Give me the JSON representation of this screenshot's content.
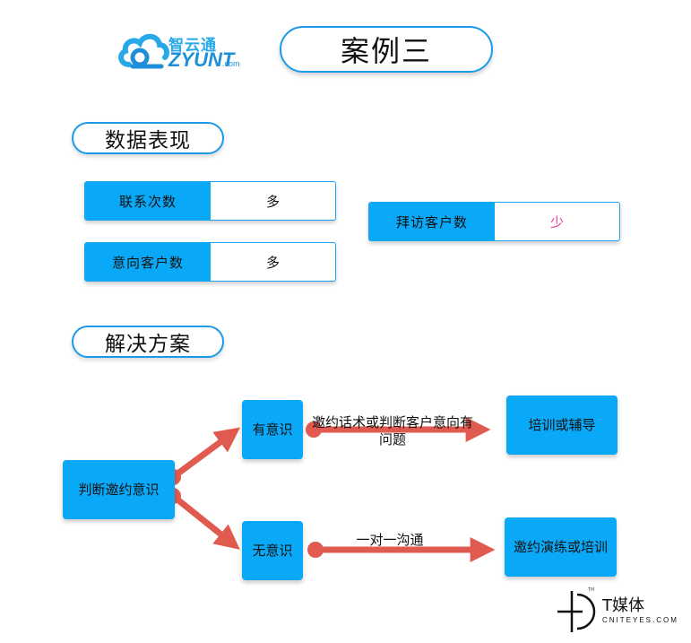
{
  "header": {
    "logo": {
      "cn": "智云通",
      "en": "ZYUNT",
      "com": ".com"
    },
    "title": "案例三"
  },
  "sections": {
    "data": "数据表现",
    "solution": "解决方案"
  },
  "metrics": [
    {
      "label": "联系次数",
      "value": "多"
    },
    {
      "label": "意向客户数",
      "value": "多"
    },
    {
      "label": "拜访客户数",
      "value": "少"
    }
  ],
  "flow": {
    "root": "判断邀约意识",
    "aware": "有意识",
    "unaware": "无意识",
    "aware_edge": "邀约话术或判断客户意向有问题",
    "unaware_edge": "一对一沟通",
    "aware_result": "培训或辅导",
    "unaware_result": "邀约演练或培训"
  },
  "watermark": {
    "cn": "T媒体",
    "en": "CNITEYES.COM",
    "tm": "TM"
  },
  "colors": {
    "accent": "#0aa9f7",
    "border": "#1a9be8",
    "arrow": "#e05a4f",
    "highlight_value": "#e0399a"
  }
}
